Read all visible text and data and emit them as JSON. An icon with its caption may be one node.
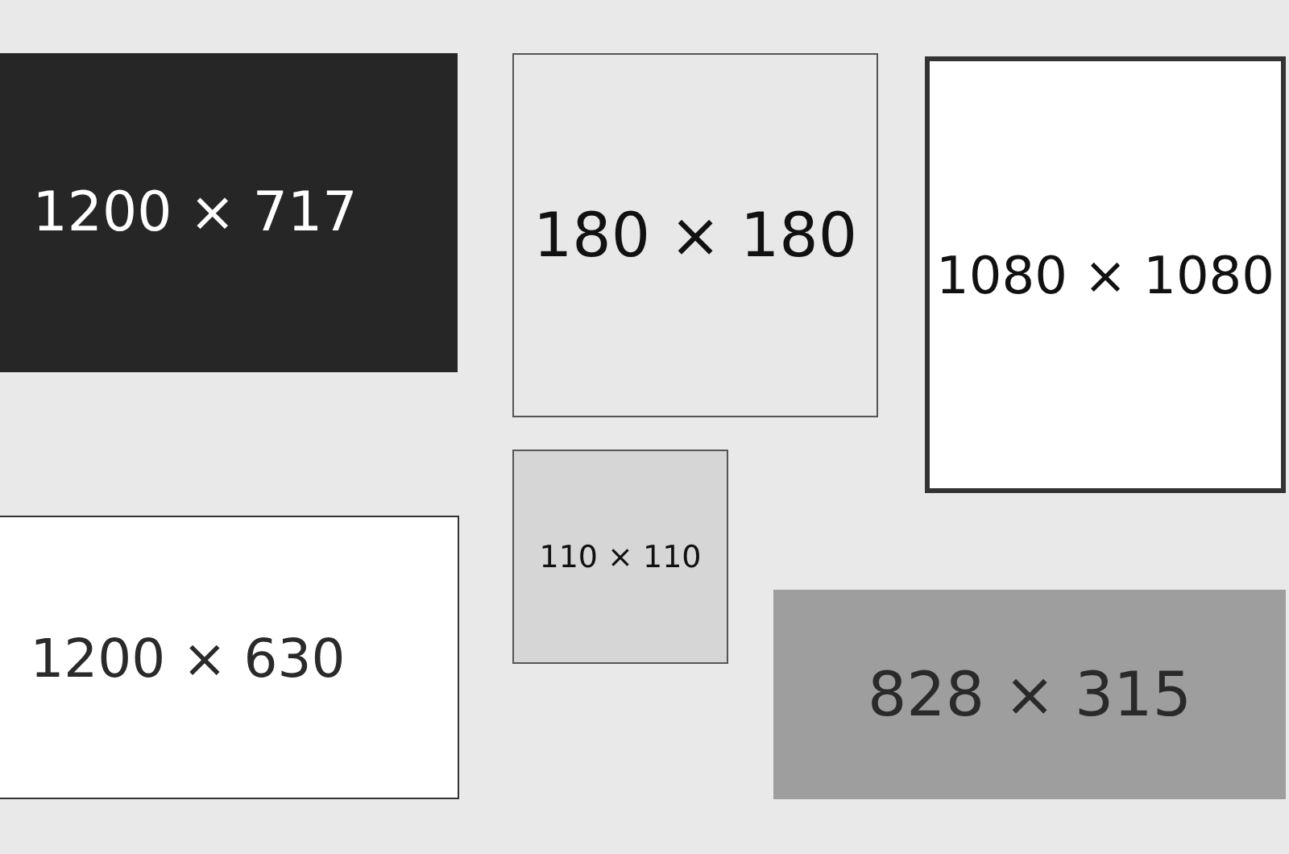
{
  "diagram": {
    "nodes": [
      {
        "text": [
          "1200 × 717"
        ]
      },
      {
        "text": [
          "180 × 180"
        ]
      },
      {
        "text": [
          "1080 × 1080"
        ]
      },
      {
        "text": [
          "110 × 110"
        ]
      },
      {
        "text": [
          "1200 × 630"
        ]
      },
      {
        "text": [
          "828 × 315"
        ]
      }
    ]
  }
}
